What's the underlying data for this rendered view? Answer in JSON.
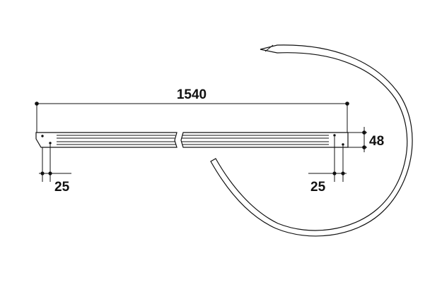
{
  "drawing": {
    "colors": {
      "line": "#111111",
      "background": "#ffffff"
    },
    "dimensions": {
      "overall_length": "1540",
      "height": "48",
      "left_hole_offset": "25",
      "right_hole_offset": "25"
    }
  }
}
